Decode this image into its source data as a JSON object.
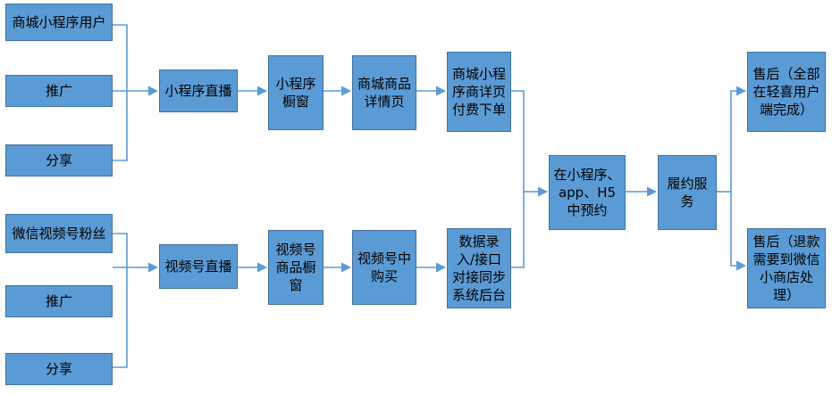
{
  "diagram": {
    "title": "",
    "colors": {
      "box_fill": "#5b9bd5",
      "box_border": "#41719c",
      "connector": "#5b9bd5"
    },
    "sources_top": [
      {
        "label": "商城小程序用户"
      },
      {
        "label": "推广"
      },
      {
        "label": "分享"
      }
    ],
    "sources_bottom": [
      {
        "label": "微信视频号粉丝"
      },
      {
        "label": "推广"
      },
      {
        "label": "分享"
      }
    ],
    "top_flow": [
      {
        "label": "小程序直播"
      },
      {
        "label": "小程序橱窗"
      },
      {
        "label": "商城商品详情页"
      },
      {
        "label": "商城小程序商详页付费下单"
      }
    ],
    "bottom_flow": [
      {
        "label": "视频号直播"
      },
      {
        "label": "视频号商品橱窗"
      },
      {
        "label": "视频号中购买"
      },
      {
        "label": "数据录入/接口对接同步系统后台"
      }
    ],
    "merge": {
      "label": "在小程序、app、H5中预约"
    },
    "fulfill": {
      "label": "履约服务"
    },
    "aftersale": [
      {
        "label": "售后（全部在轻喜用户端完成）"
      },
      {
        "label": "售后（退款需要到微信小商店处理）"
      }
    ]
  }
}
